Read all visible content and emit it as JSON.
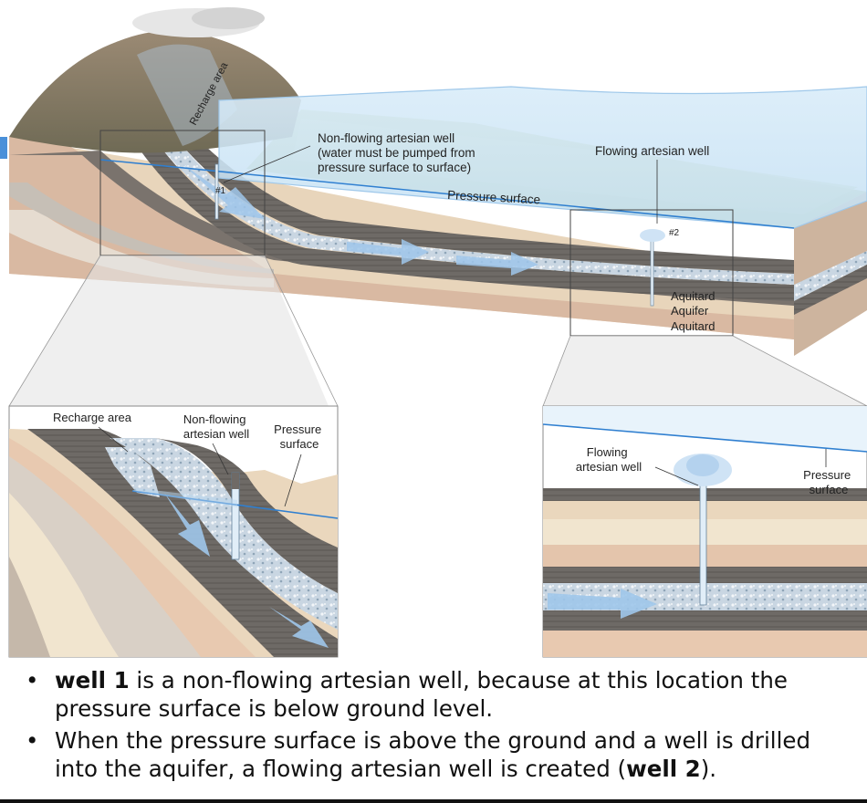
{
  "diagram": {
    "top_labels": {
      "recharge": "Recharge area",
      "nonflow": [
        "Non-flowing artesian well",
        "(water must be pumped from",
        "pressure surface to surface)"
      ],
      "flowing": "Flowing artesian well",
      "pressure": "Pressure surface",
      "well1": "#1",
      "well2": "#2",
      "aquitard_upper": "Aquitard",
      "aquifer": "Aquifer",
      "aquitard_lower": "Aquitard"
    },
    "left_inset": {
      "recharge": "Recharge area",
      "nonflow": [
        "Non-flowing",
        "artesian well"
      ],
      "pressure": [
        "Pressure",
        "surface"
      ]
    },
    "right_inset": {
      "flowing": [
        "Flowing",
        "artesian well"
      ],
      "pressure": [
        "Pressure",
        "surface"
      ]
    }
  },
  "bullets": [
    {
      "bold": "well 1",
      "rest": " is a non-flowing artesian well, because at this location the pressure surface is below ground level."
    },
    {
      "pre": "When the pressure surface is above the ground and a well is drilled into the aquifer, a flowing artesian well is created (",
      "bold": "well 2",
      "post": ")."
    }
  ],
  "colors": {
    "accent_blue": "#4a90d9",
    "pressure_line": "#2f7fd0",
    "sky_plane": "#cfe6f6"
  }
}
